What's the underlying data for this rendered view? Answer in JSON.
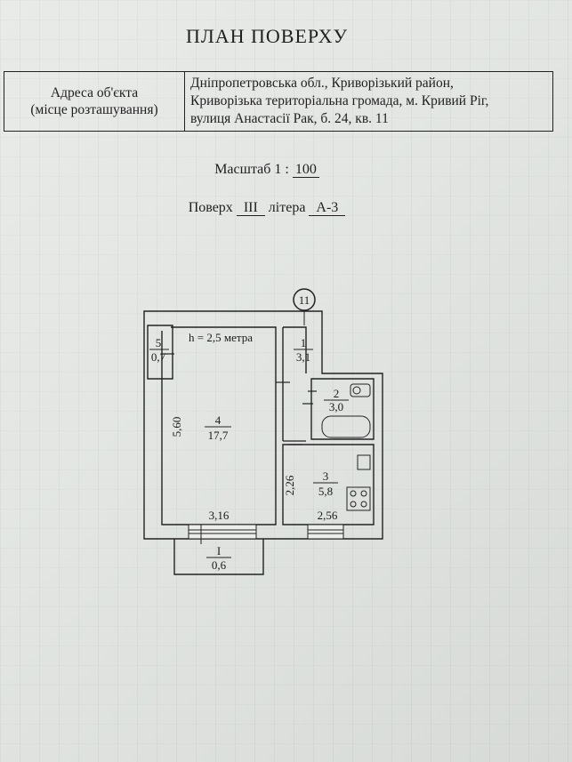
{
  "title": "ПЛАН ПОВЕРХУ",
  "address": {
    "label_line1": "Адреса об'єкта",
    "label_line2": "(місце розташування)",
    "value_line1": "Дніпропетровська обл., Криворізький район,",
    "value_line2": "Криворізька територіальна громада, м. Кривий Ріг,",
    "value_line3": "вулиця Анастасії Рак, б. 24, кв. 11"
  },
  "scale": {
    "label": "Масштаб 1 :",
    "value": "100"
  },
  "floor": {
    "label": "Поверх",
    "value": "III",
    "litera_label": "літера",
    "litera_value": "А-3"
  },
  "plan": {
    "apartment_number": "11",
    "height_note": "h = 2,5 метра",
    "rooms": [
      {
        "number": "1",
        "area": "3,1"
      },
      {
        "number": "2",
        "area": "3,0"
      },
      {
        "number": "3",
        "area": "5,8"
      },
      {
        "number": "4",
        "area": "17,7"
      },
      {
        "number": "5",
        "area": "0,7"
      },
      {
        "number": "I",
        "area": "0,6"
      }
    ],
    "dimensions": {
      "room4_height": "5,60",
      "room4_width": "3,16",
      "room3_height": "2,26",
      "room3_width": "2,56"
    }
  }
}
